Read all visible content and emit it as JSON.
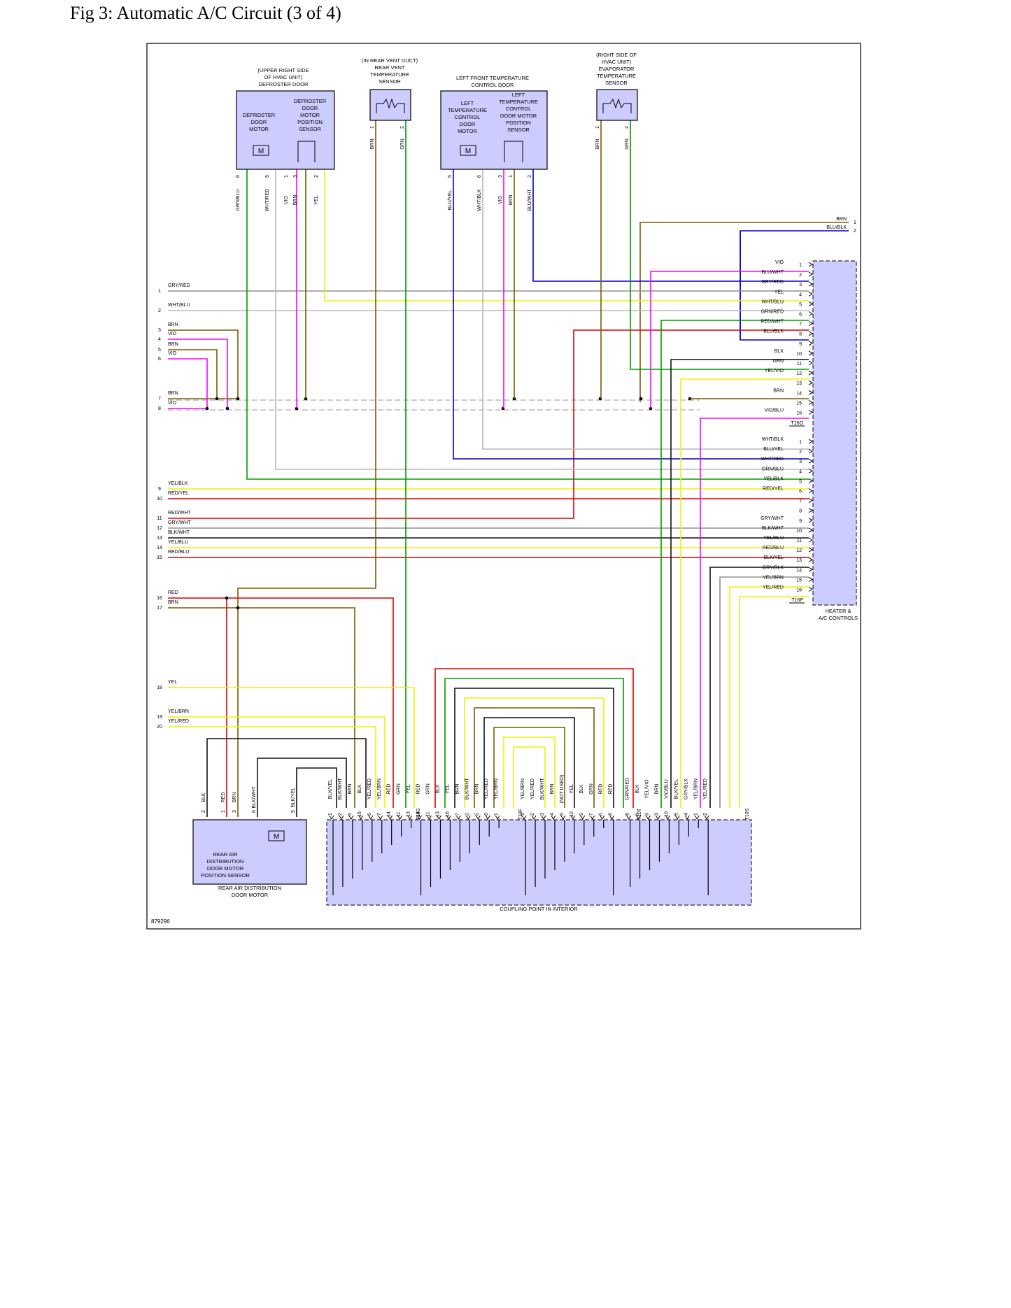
{
  "title": "Fig 3: Automatic A/C Circuit (3 of 4)",
  "figure_number": "879296",
  "colors": {
    "BRN": "#7a5a00",
    "VIO": "#ff00ff",
    "GRY": "#909090",
    "RED": "#e00000",
    "WHT": "#b8b8b8",
    "BLU": "#0000cc",
    "YEL": "#f0f000",
    "GRN": "#009a00",
    "BLK": "#111111",
    "body": "#ccccff"
  },
  "components": [
    {
      "id": "defroster-door",
      "caption": [
        "(UPPER RIGHT SIDE",
        "OF HVAC UNIT)",
        "DEFROSTER DOOR"
      ],
      "parts": [
        [
          "DEFROSTER",
          "DOOR",
          "MOTOR"
        ],
        [
          "DEFROSTER",
          "DOOR",
          "MOTOR",
          "POSITION",
          "SENSOR"
        ]
      ],
      "pins": [
        "6",
        "5",
        "1",
        "3",
        "2"
      ],
      "wires": [
        "GRN/BLU",
        "WHT/RED",
        "VIO",
        "BRN",
        "YEL"
      ]
    },
    {
      "id": "rear-vent-sensor",
      "caption": [
        "(IN REAR VENT DUCT)",
        "REAR VENT",
        "TEMPERATURE",
        "SENSOR"
      ],
      "pins": [
        "1",
        "2"
      ],
      "wires": [
        "BRN",
        "GRN"
      ]
    },
    {
      "id": "left-front-temp-door",
      "caption": [
        "LEFT FRONT TEMPERATURE",
        "CONTROL DOOR"
      ],
      "parts": [
        [
          "LEFT",
          "TEMPERATURE",
          "CONTROL",
          "DOOR",
          "MOTOR"
        ],
        [
          "LEFT",
          "TEMPERATURE",
          "CONTROL",
          "DOOR MOTOR",
          "POSITION",
          "SENSOR"
        ]
      ],
      "pins": [
        "5",
        "6",
        "3",
        "1",
        "2"
      ],
      "wires": [
        "BLU/YEL",
        "WHT/BLK",
        "VIO",
        "BRN",
        "BLU/WHT"
      ]
    },
    {
      "id": "evap-sensor",
      "caption": [
        "(RIGHT SIDE OF",
        "HVAC UNIT)",
        "EVAPORATOR",
        "TEMPERATURE",
        "SENSOR"
      ],
      "pins": [
        "1",
        "2"
      ],
      "wires": [
        "BRN",
        "GRN"
      ]
    },
    {
      "id": "rear-air-motor",
      "inner": [
        "REAR AIR",
        "DISTRIBUTION",
        "DOOR MOTOR",
        "POSITION SENSOR"
      ],
      "caption": [
        "REAR AIR DISTRIBUTION",
        "DOOR MOTOR"
      ],
      "pins": [
        "2",
        "1",
        "3",
        "6",
        "5"
      ],
      "wires": [
        "BLK",
        "RED",
        "BRN",
        "BLK/WHT",
        "BLK/YEL"
      ]
    },
    {
      "id": "heater-ac-controls",
      "caption": [
        "HEATER &",
        "A/C CONTROLS"
      ],
      "connectors": [
        "T16O",
        "T16P"
      ]
    },
    {
      "id": "coupling-point",
      "caption": [
        "COUPLING POINT IN INTERIOR"
      ],
      "connectors": [
        "T16G",
        "T18F",
        "T10T",
        "T10S"
      ]
    }
  ],
  "left_wires": [
    {
      "num": "1",
      "label": "GRY/RED"
    },
    {
      "num": "2",
      "label": "WHT/BLU"
    },
    {
      "num": "3",
      "label": "BRN"
    },
    {
      "num": "4",
      "label": "VIO"
    },
    {
      "num": "5",
      "label": "BRN"
    },
    {
      "num": "6",
      "label": "VIO"
    },
    {
      "num": "7",
      "label": "BRN"
    },
    {
      "num": "8",
      "label": "VIO"
    },
    {
      "num": "9",
      "label": "YEL/BLK"
    },
    {
      "num": "10",
      "label": "RED/YEL"
    },
    {
      "num": "11",
      "label": "RED/WHT"
    },
    {
      "num": "12",
      "label": "GRY/WHT"
    },
    {
      "num": "13",
      "label": "BLK/WHT"
    },
    {
      "num": "14",
      "label": "YEL/BLU"
    },
    {
      "num": "15",
      "label": "RED/BLU"
    },
    {
      "num": "16",
      "label": "RED"
    },
    {
      "num": "17",
      "label": "BRN"
    },
    {
      "num": "18",
      "label": "YEL"
    },
    {
      "num": "19",
      "label": "YEL/BRN"
    },
    {
      "num": "20",
      "label": "YEL/RED"
    }
  ],
  "top_right_wires": [
    {
      "num": "1",
      "label": "BRN"
    },
    {
      "num": "2",
      "label": "BLU/BLK"
    }
  ],
  "t16o_pins": [
    {
      "num": "1",
      "label": "VIO"
    },
    {
      "num": "2",
      "label": "BLU/WHT"
    },
    {
      "num": "3",
      "label": "GRY/RED"
    },
    {
      "num": "4",
      "label": "YEL"
    },
    {
      "num": "5",
      "label": "WHT/BLU"
    },
    {
      "num": "6",
      "label": "GRN/RED"
    },
    {
      "num": "7",
      "label": "RED/WHT"
    },
    {
      "num": "8",
      "label": "BLU/BLK"
    },
    {
      "num": "9",
      "label": ""
    },
    {
      "num": "10",
      "label": "BLK"
    },
    {
      "num": "11",
      "label": "GRN"
    },
    {
      "num": "12",
      "label": "YEL/VIO"
    },
    {
      "num": "13",
      "label": ""
    },
    {
      "num": "14",
      "label": "BRN"
    },
    {
      "num": "15",
      "label": ""
    },
    {
      "num": "16",
      "label": "VIO/BLU"
    }
  ],
  "t16p_pins": [
    {
      "num": "1",
      "label": "WHT/BLK"
    },
    {
      "num": "2",
      "label": "BLU/YEL"
    },
    {
      "num": "3",
      "label": "WHT/RED"
    },
    {
      "num": "4",
      "label": "GRN/BLU"
    },
    {
      "num": "5",
      "label": "YEL/BLK"
    },
    {
      "num": "6",
      "label": "RED/YEL"
    },
    {
      "num": "7",
      "label": ""
    },
    {
      "num": "8",
      "label": ""
    },
    {
      "num": "9",
      "label": "GRY/WHT"
    },
    {
      "num": "10",
      "label": "BLK/WHT"
    },
    {
      "num": "11",
      "label": "YEL/BLU"
    },
    {
      "num": "12",
      "label": "RED/BLU"
    },
    {
      "num": "13",
      "label": "BLK/YEL"
    },
    {
      "num": "14",
      "label": "GRY/BLK"
    },
    {
      "num": "15",
      "label": "YEL/BRN"
    },
    {
      "num": "16",
      "label": "YEL/RED"
    }
  ],
  "coupling_pins": [
    {
      "pin": "1",
      "label": "BLK/YEL"
    },
    {
      "pin": "2",
      "label": "BLK/WHT"
    },
    {
      "pin": "5",
      "label": "BRN"
    },
    {
      "pin": "16",
      "label": "BLK"
    },
    {
      "pin": "6",
      "label": "YEL/RED"
    },
    {
      "pin": "7",
      "label": "YEL/BRN"
    },
    {
      "pin": "14",
      "label": "RED"
    },
    {
      "pin": "11",
      "label": "GRN"
    },
    {
      "pin": "13",
      "label": "YEL"
    },
    {
      "pin": "14",
      "label": "RED"
    },
    {
      "pin": "11",
      "label": "GRN"
    },
    {
      "pin": "13",
      "label": "BLK"
    },
    {
      "pin": "16",
      "label": "YEL"
    },
    {
      "pin": "7",
      "label": "BRN"
    },
    {
      "pin": "2",
      "label": "BLK/WHT"
    },
    {
      "pin": "5",
      "label": "BRN"
    },
    {
      "pin": "6",
      "label": "YEL/RED"
    },
    {
      "pin": "1",
      "label": "YEL/BRN"
    },
    {
      "pin": "1",
      "label": "YEL/BRN"
    },
    {
      "pin": "2",
      "label": "YEL/RED"
    },
    {
      "pin": "3",
      "label": "BLK/WHT"
    },
    {
      "pin": "4",
      "label": "BRN"
    },
    {
      "pin": "5",
      "label": "(NOT USED)"
    },
    {
      "pin": "10",
      "label": "YEL"
    },
    {
      "pin": "9",
      "label": "BLK"
    },
    {
      "pin": "7",
      "label": "GRN"
    },
    {
      "pin": "6",
      "label": "RED"
    },
    {
      "pin": "8",
      "label": "RED"
    },
    {
      "pin": "8",
      "label": "GRN/RED"
    },
    {
      "pin": "6",
      "label": "BLK"
    },
    {
      "pin": "9",
      "label": "YEL/VIO"
    },
    {
      "pin": "3",
      "label": "BRN"
    },
    {
      "pin": "10",
      "label": "VIO/BLU"
    },
    {
      "pin": "5",
      "label": "BLK/YEL"
    },
    {
      "pin": "4",
      "label": "GRY/BLK"
    },
    {
      "pin": "1",
      "label": "YEL/BRN"
    },
    {
      "pin": "2",
      "label": "YEL/RED"
    }
  ]
}
